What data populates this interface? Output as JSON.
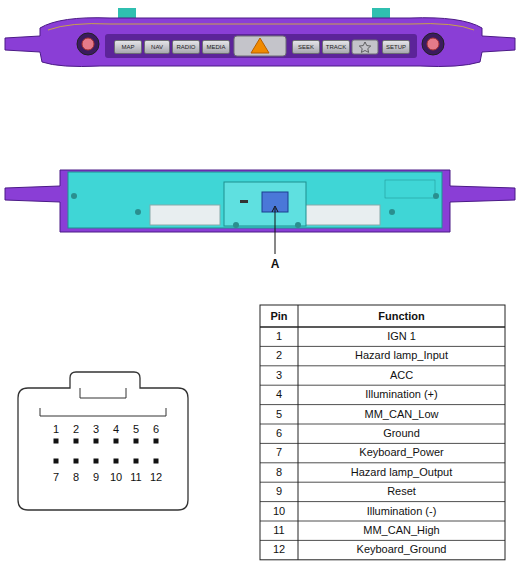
{
  "diagram": {
    "nodes": [
      {
        "text": [
          "MAP"
        ]
      },
      {
        "text": [
          "NAV"
        ]
      },
      {
        "text": [
          "RADIO"
        ]
      },
      {
        "text": [
          "MEDIA"
        ]
      },
      {
        "text": [
          "SEEK"
        ]
      },
      {
        "text": [
          "TRACK"
        ]
      },
      {
        "text": [
          "SETUP"
        ]
      }
    ],
    "labels": [
      "A",
      "1",
      "2",
      "3",
      "4",
      "5",
      "6",
      "7",
      "8",
      "9",
      "10",
      "11",
      "12",
      "Pin",
      "Function",
      "1",
      "IGN 1",
      "2",
      "Hazard lamp_Input",
      "3",
      "ACC",
      "4",
      "Illumination (+)",
      "5",
      "MM_CAN_Low",
      "6",
      "Ground",
      "7",
      "Keyboard_Power",
      "8",
      "Hazard lamp_Output",
      "9",
      "Reset",
      "10",
      "Illumination (-)",
      "11",
      "MM_CAN_High",
      "12",
      "Keyboard_Ground"
    ]
  }
}
